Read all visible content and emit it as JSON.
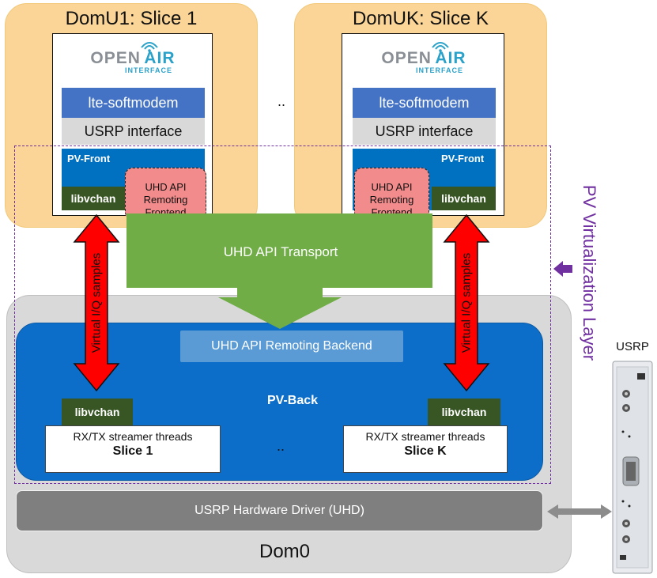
{
  "slices": [
    {
      "title": "DomU1: Slice 1",
      "logo_open": "OPEN",
      "logo_air": "AIR",
      "logo_interface": "INTERFACE",
      "lte": "lte-softmodem",
      "usrp_interface": "USRP interface",
      "pv_front": "PV-Front",
      "libvchan": "libvchan",
      "remoting_frontend": "UHD API\nRemoting\nFrontend"
    },
    {
      "title": "DomUK: Slice K",
      "logo_open": "OPEN",
      "logo_air": "AIR",
      "logo_interface": "INTERFACE",
      "lte": "lte-softmodem",
      "usrp_interface": "USRP interface",
      "pv_front": "PV-Front",
      "libvchan": "libvchan",
      "remoting_frontend": "UHD API\nRemoting\nFrontend"
    }
  ],
  "slice_dots": "..",
  "transport": "UHD API Transport",
  "backend": "UHD API Remoting Backend",
  "pv_back": "PV-Back",
  "iq_arrow_label": "Virtual I/Q samples",
  "streamers": [
    {
      "libvchan": "libvchan",
      "line1": "RX/TX streamer threads",
      "line2": "Slice 1"
    },
    {
      "libvchan": "libvchan",
      "line1": "RX/TX streamer threads",
      "line2": "Slice K"
    }
  ],
  "streamer_dots": "..",
  "uhd_driver": "USRP Hardware Driver (UHD)",
  "dom0": "Dom0",
  "pv_layer": "PV Virtualization Layer",
  "usrp_device": "USRP",
  "colors": {
    "domu_fill": "#fad597",
    "dom0_fill": "#d9d9d9",
    "pv_back_fill": "#0d6ec9",
    "transport_green": "#70ad47",
    "iq_arrow_red": "#ff0000",
    "pv_layer_purple": "#7030a0",
    "libvchan_green": "#375623"
  }
}
